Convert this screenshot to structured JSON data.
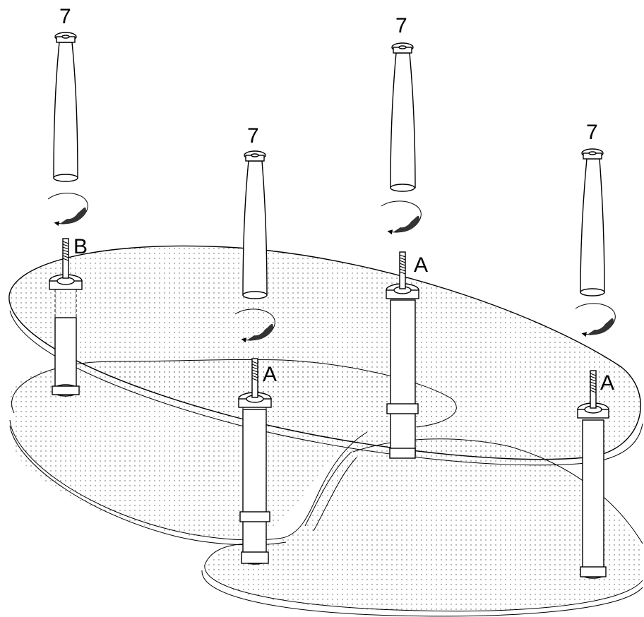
{
  "diagram": {
    "callouts": {
      "leg_label": "7",
      "screw_b": "B",
      "screw_a": "A"
    }
  }
}
